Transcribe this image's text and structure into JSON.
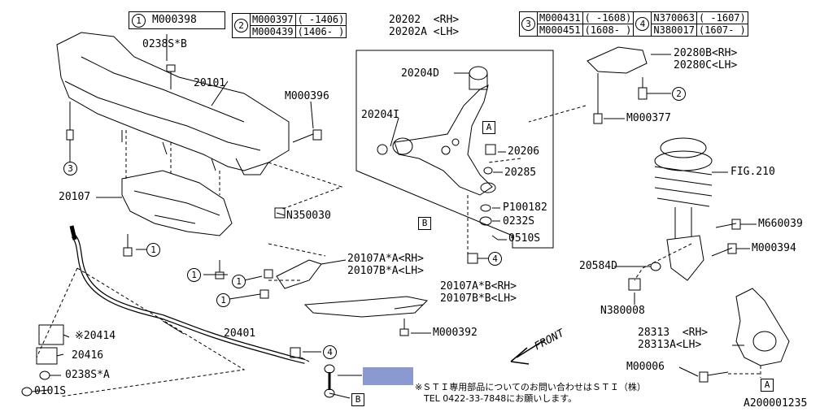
{
  "refs": {
    "r1": {
      "num": "1",
      "code": "M000398"
    },
    "r2": {
      "num": "2",
      "rows": [
        [
          "M000397",
          "( -1406)"
        ],
        [
          "M000439",
          "(1406- )"
        ]
      ]
    },
    "r3": {
      "num": "3",
      "rows": [
        [
          "M000431",
          "( -1608)"
        ],
        [
          "M000451",
          "(1608- )"
        ]
      ]
    },
    "r4": {
      "num": "4",
      "rows": [
        [
          "N370063",
          "( -1607)"
        ],
        [
          "N380017",
          "(1607- )"
        ]
      ]
    }
  },
  "labels": {
    "p20202": "20202  <RH>",
    "p20202a": "20202A <LH>",
    "p0238sb": "0238S*B",
    "p20101": "20101",
    "pm000396": "M000396",
    "p20204d": "20204D",
    "p20204i": "20204I",
    "p20206": "20206",
    "p20285": "20285",
    "pp100182": "P100182",
    "p0232s": "0232S",
    "p0510s": "0510S",
    "p20280b": "20280B<RH>",
    "p20280c": "20280C<LH>",
    "pm000377": "M000377",
    "pfig210": "FIG.210",
    "pm660039": "M660039",
    "pm000394": "M000394",
    "p20584d": "20584D",
    "pn380008": "N380008",
    "p20107": "20107",
    "pn350030": "N350030",
    "p20107aa": "20107A*A<RH>",
    "p20107ba": "20107B*A<LH>",
    "p20107ab": "20107A*B<RH>",
    "p20107bb": "20107B*B<LH>",
    "pm000392": "M000392",
    "p20401": "20401",
    "p20414": "※20414",
    "p20416": "20416",
    "p0238sa": "0238S*A",
    "p0101s": "0101S",
    "p28313": "28313  <RH>",
    "p28313a": "28313A<LH>",
    "pm00006": "M00006",
    "front": "FRONT",
    "note1": "※ＳＴＩ専用部品についてのお問い合わせはＳＴＩ（株）",
    "note2": "TEL 0422-33-7848にお願いします。",
    "code": "A200001235"
  },
  "marks": {
    "c1": "1",
    "c2": "2",
    "c3": "3",
    "c4": "4",
    "a": "A",
    "b": "B"
  }
}
